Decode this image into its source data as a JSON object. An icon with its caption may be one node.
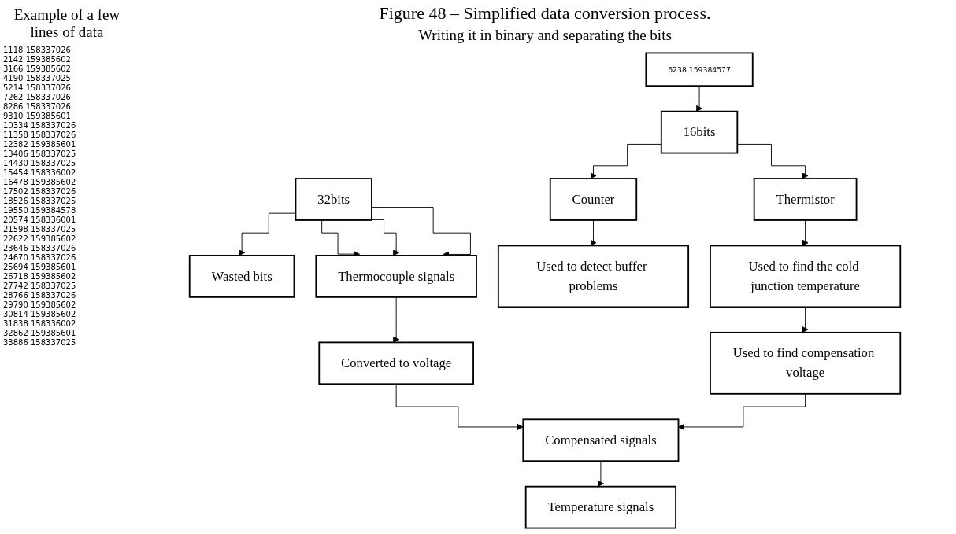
{
  "diagram": {
    "title": "Figure 48 – Simplified data conversion process.",
    "nodes": [
      {
        "text": [
          "6238 159384577"
        ]
      },
      {
        "text": [
          "16bits"
        ]
      },
      {
        "text": [
          "32bits"
        ]
      },
      {
        "text": [
          "Counter"
        ]
      },
      {
        "text": [
          "Thermistor"
        ]
      },
      {
        "text": [
          "Wasted bits"
        ]
      },
      {
        "text": [
          "Thermocouple signals"
        ]
      },
      {
        "text": [
          "Used to detect buffer problems"
        ]
      },
      {
        "text": [
          "Used to find the cold junction temperature"
        ]
      },
      {
        "text": [
          "Used to find compensation voltage"
        ]
      },
      {
        "text": [
          "Converted to voltage"
        ]
      },
      {
        "text": [
          "Compensated signals"
        ]
      },
      {
        "text": [
          "Temperature signals"
        ]
      }
    ],
    "edges": [
      {
        "from": 0,
        "to": 1,
        "arrow": "to"
      },
      {
        "from": 1,
        "to": 3,
        "arrow": "to"
      },
      {
        "from": 1,
        "to": 4,
        "arrow": "to"
      },
      {
        "from": 2,
        "to": 5,
        "arrow": "to"
      },
      {
        "from": 2,
        "to": 6,
        "arrow": "to"
      },
      {
        "from": 2,
        "to": 6,
        "arrow": "to"
      },
      {
        "from": 2,
        "to": 6,
        "arrow": "to"
      },
      {
        "from": 3,
        "to": 7,
        "arrow": "to"
      },
      {
        "from": 4,
        "to": 8,
        "arrow": "to"
      },
      {
        "from": 8,
        "to": 9,
        "arrow": "to"
      },
      {
        "from": 6,
        "to": 10,
        "arrow": "to"
      },
      {
        "from": 10,
        "to": 11,
        "arrow": "to"
      },
      {
        "from": 9,
        "to": 11,
        "arrow": "to"
      },
      {
        "from": 11,
        "to": 12,
        "arrow": "to"
      }
    ],
    "labels": [
      "Writing it in binary and separating the bits",
      "Example of a few lines of data",
      "1118 158337026",
      "2142 159385602",
      "3166 159385602",
      "4190 158337025",
      "5214 158337026",
      "7262 158337026",
      "8286 158337026",
      "9310 159385601",
      "10334 158337026",
      "11358 158337026",
      "12382 159385601",
      "13406 158337025",
      "14430 158337025",
      "15454 158336002",
      "16478 159385602",
      "17502 158337026",
      "18526 158337025",
      "19550 159384578",
      "20574 158336001",
      "21598 158337025",
      "22622 159385602",
      "23646 158337026",
      "24670 158337026",
      "25694 159385601",
      "26718 159385602",
      "27742 158337025",
      "28766 158337026",
      "29790 159385602",
      "30814 159385602",
      "31838 158336002",
      "32862 159385601",
      "33886 158337025"
    ]
  }
}
